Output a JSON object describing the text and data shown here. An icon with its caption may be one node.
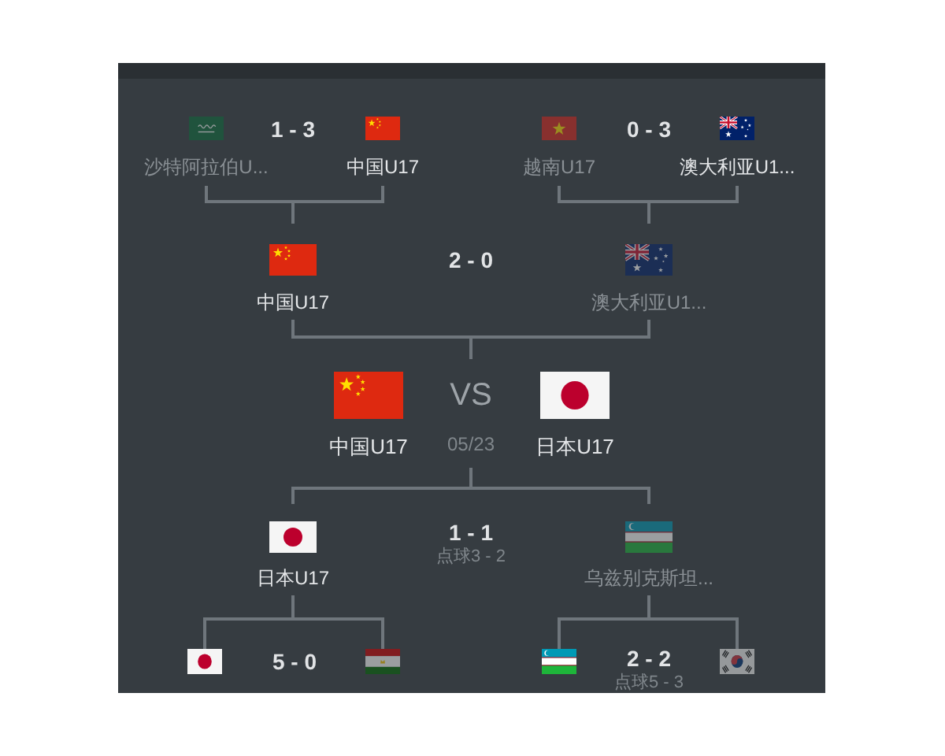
{
  "diagram": {
    "nodes": [
      {
        "text": [
          "沙特阿拉伯U..."
        ]
      },
      {
        "text": [
          "中国U17"
        ]
      },
      {
        "text": [
          "越南U17"
        ]
      },
      {
        "text": [
          "澳大利亚U1..."
        ]
      },
      {
        "text": [
          "中国U17"
        ]
      },
      {
        "text": [
          "澳大利亚U1..."
        ]
      },
      {
        "text": [
          "中国U17"
        ]
      },
      {
        "text": [
          "VS",
          "05/23"
        ]
      },
      {
        "text": [
          "日本U17"
        ]
      },
      {
        "text": [
          "日本U17"
        ]
      },
      {
        "text": [
          "乌兹别克斯坦..."
        ]
      },
      {
        "text": [],
        "shape": "picture"
      },
      {
        "text": [],
        "shape": "picture"
      },
      {
        "text": [],
        "shape": "picture"
      },
      {
        "text": [],
        "shape": "picture"
      }
    ],
    "edges": [
      {
        "from": 0,
        "to": 4,
        "arrow": "none"
      },
      {
        "from": 1,
        "to": 4,
        "arrow": "none"
      },
      {
        "from": 2,
        "to": 5,
        "arrow": "none"
      },
      {
        "from": 3,
        "to": 5,
        "arrow": "none"
      },
      {
        "from": 4,
        "to": 7,
        "arrow": "none"
      },
      {
        "from": 5,
        "to": 7,
        "arrow": "none"
      },
      {
        "from": 7,
        "to": 9,
        "arrow": "none"
      },
      {
        "from": 7,
        "to": 10,
        "arrow": "none"
      },
      {
        "from": 9,
        "to": 11,
        "arrow": "none"
      },
      {
        "from": 9,
        "to": 12,
        "arrow": "none"
      },
      {
        "from": 10,
        "to": 13,
        "arrow": "none"
      },
      {
        "from": 10,
        "to": 14,
        "arrow": "none"
      }
    ],
    "labels": [
      "1 - 3",
      "0 - 3",
      "2 - 0",
      "1 - 1",
      "点球3 - 2",
      "5 - 0",
      "2 - 2",
      "点球5 - 3"
    ]
  }
}
